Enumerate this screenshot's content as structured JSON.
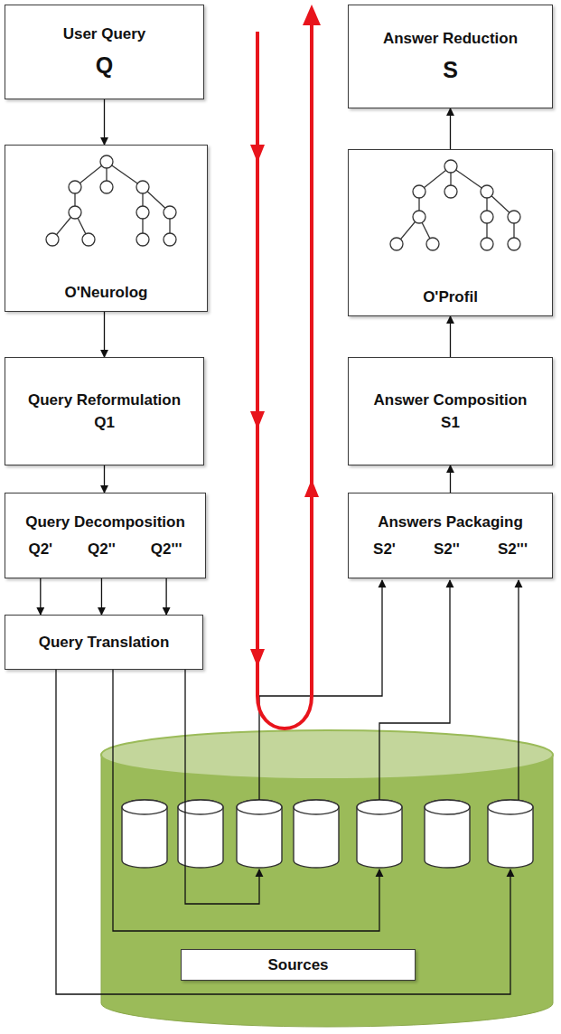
{
  "diagram": {
    "nodes": [
      {
        "text": [
          "User Query",
          "Q"
        ]
      },
      {
        "text": [
          "O'Neurolog"
        ]
      },
      {
        "text": [
          "Query Reformulation",
          "Q1"
        ]
      },
      {
        "text": [
          "Query Decomposition",
          "Q2'",
          "Q2''",
          "Q2'''"
        ]
      },
      {
        "text": [
          "Query Translation"
        ]
      },
      {
        "text": [
          "Answer Reduction",
          "S"
        ]
      },
      {
        "text": [
          "O'Profil"
        ]
      },
      {
        "text": [
          "Answer Composition",
          "S1"
        ]
      },
      {
        "text": [
          "Answers Packaging",
          "S2'",
          "S2''",
          "S2'''"
        ]
      },
      {
        "text": [
          "Sources"
        ]
      }
    ],
    "edges": [
      {
        "from": 0,
        "to": 1,
        "arrow": "to"
      },
      {
        "from": 1,
        "to": 2,
        "arrow": "to"
      },
      {
        "from": 2,
        "to": 3,
        "arrow": "to"
      },
      {
        "from": 3,
        "to": 4,
        "arrow": "to"
      },
      {
        "from": 3,
        "to": 4,
        "arrow": "to"
      },
      {
        "from": 3,
        "to": 4,
        "arrow": "to"
      },
      {
        "from": 8,
        "to": 7,
        "arrow": "to"
      },
      {
        "from": 7,
        "to": 6,
        "arrow": "to"
      },
      {
        "from": 6,
        "to": 5,
        "arrow": "to"
      }
    ]
  }
}
